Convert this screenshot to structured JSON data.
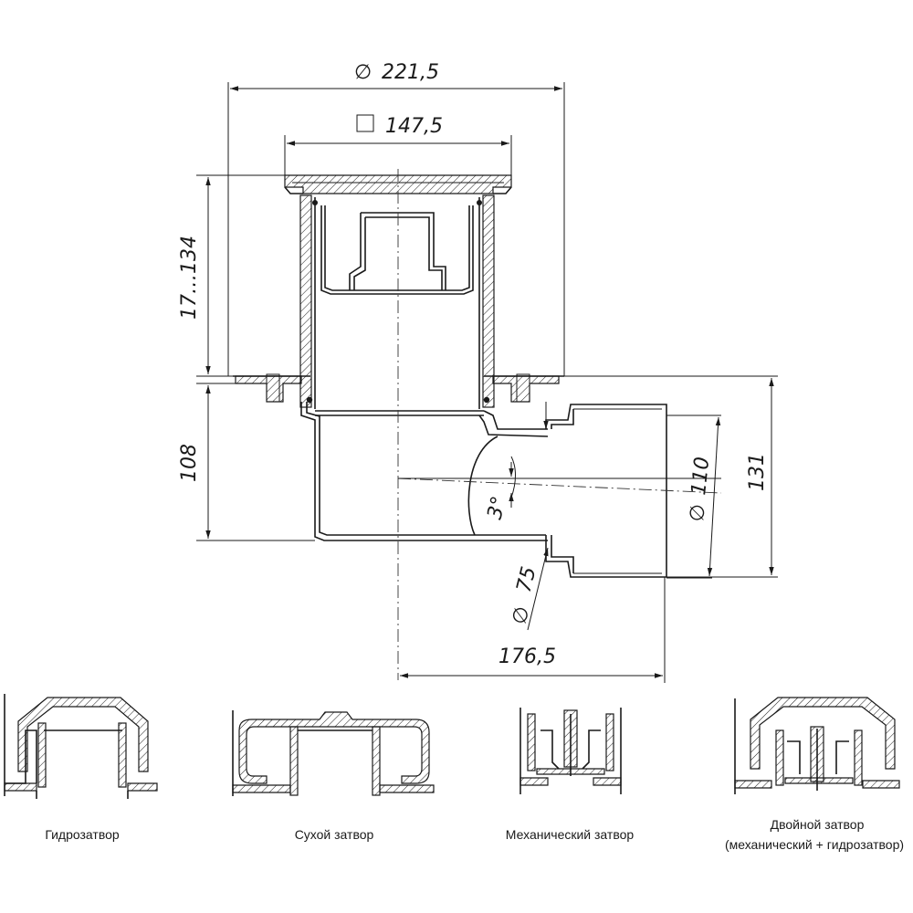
{
  "dimensions": {
    "outer_diameter": "221,5",
    "square_size": "147,5",
    "height_range": "17…134",
    "lower_height": "108",
    "outlet_diameter": "110",
    "outlet_height": "131",
    "angle": "3°",
    "branch_diameter": "75",
    "horizontal_offset": "176,5"
  },
  "symbols": {
    "diameter": "∅"
  },
  "captions": {
    "water_seal": "Гидрозатвор",
    "dry_seal": "Сухой затвор",
    "mechanical_seal": "Механический затвор",
    "double_seal_line1": "Двойной затвор",
    "double_seal_line2": "(механический + гидрозатвор)"
  }
}
